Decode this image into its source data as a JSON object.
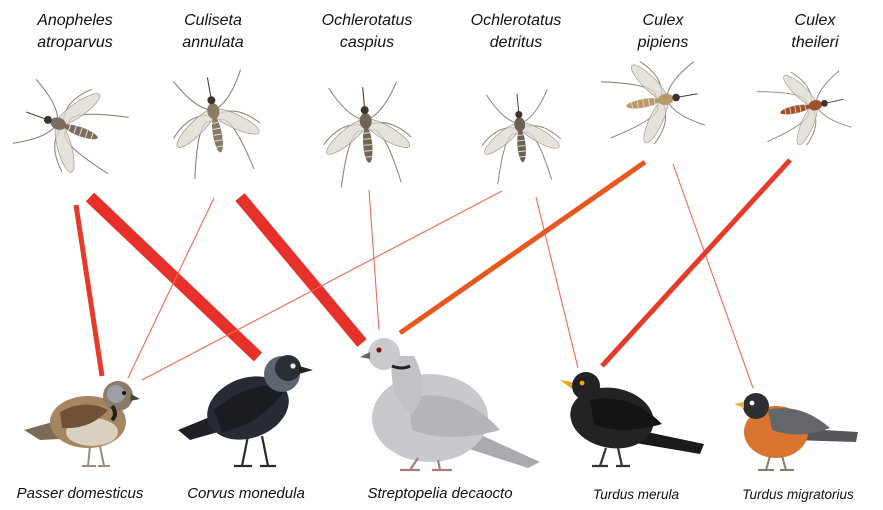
{
  "mosquitoes": [
    {
      "id": "ano",
      "line1": "Anopheles",
      "line2": "atroparvus",
      "icon": "mosquito-icon",
      "body_color": "#7a6e62"
    },
    {
      "id": "cul",
      "line1": "Culiseta",
      "line2": "annulata",
      "icon": "mosquito-icon",
      "body_color": "#8a7b62"
    },
    {
      "id": "och1",
      "line1": "Ochlerotatus",
      "line2": "caspius",
      "icon": "mosquito-icon",
      "body_color": "#6f6556"
    },
    {
      "id": "och2",
      "line1": "Ochlerotatus",
      "line2": "detritus",
      "icon": "mosquito-icon",
      "body_color": "#6a5f52"
    },
    {
      "id": "cxp",
      "line1": "Culex",
      "line2": "pipiens",
      "icon": "mosquito-icon",
      "body_color": "#b89a6a"
    },
    {
      "id": "cxt",
      "line1": "Culex",
      "line2": "theileri",
      "icon": "mosquito-icon",
      "body_color": "#a0522d"
    }
  ],
  "birds": [
    {
      "id": "pd",
      "name": "Passer domesticus",
      "icon": "sparrow-icon",
      "color": "#9a7d55"
    },
    {
      "id": "cm",
      "name": "Corvus monedula",
      "icon": "jackdaw-icon",
      "color": "#25272e"
    },
    {
      "id": "sd",
      "name": "Streptopelia decaocto",
      "icon": "dove-icon",
      "color": "#c9c9cd"
    },
    {
      "id": "tm",
      "name": "Turdus merula",
      "icon": "blackbird-icon",
      "color": "#1c1c1c"
    },
    {
      "id": "tmi",
      "name": "Turdus migratorius",
      "icon": "robin-icon",
      "color": "#d9732f"
    }
  ],
  "links": [
    {
      "from": "ano",
      "to": "pd",
      "strength": "medium"
    },
    {
      "from": "ano",
      "to": "cm",
      "strength": "strong"
    },
    {
      "from": "cul",
      "to": "pd",
      "strength": "weak"
    },
    {
      "from": "cul",
      "to": "sd",
      "strength": "strong"
    },
    {
      "from": "och1",
      "to": "sd",
      "strength": "weak"
    },
    {
      "from": "och2",
      "to": "pd",
      "strength": "weak"
    },
    {
      "from": "och2",
      "to": "tm",
      "strength": "weak"
    },
    {
      "from": "cxp",
      "to": "sd",
      "strength": "medium"
    },
    {
      "from": "cxp",
      "to": "tmi",
      "strength": "weak"
    },
    {
      "from": "cxt",
      "to": "tm",
      "strength": "medium"
    }
  ],
  "colors": {
    "strong": "#e8302a",
    "medium_orange": "#e8571e",
    "medium": "#e63a2a",
    "weak": "#ef6a55"
  }
}
